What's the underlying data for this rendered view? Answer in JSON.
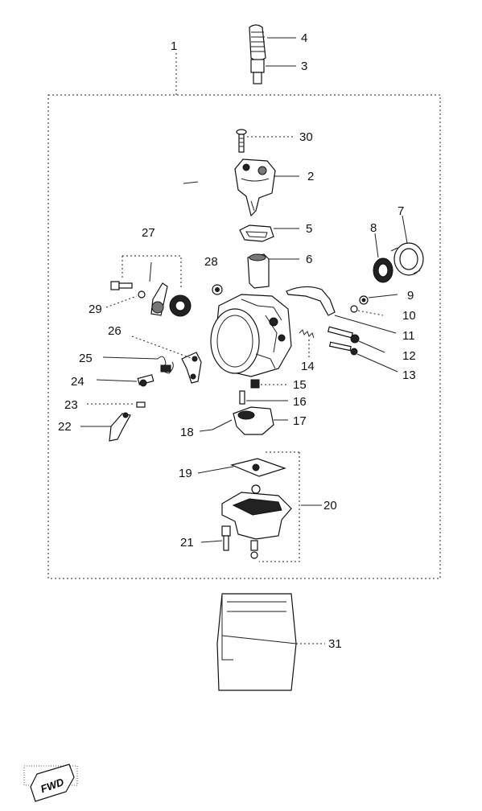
{
  "callouts": [
    {
      "id": "1",
      "text": "1"
    },
    {
      "id": "2",
      "text": "2"
    },
    {
      "id": "3",
      "text": "3"
    },
    {
      "id": "4",
      "text": "4"
    },
    {
      "id": "5",
      "text": "5"
    },
    {
      "id": "6",
      "text": "6"
    },
    {
      "id": "7",
      "text": "7"
    },
    {
      "id": "8",
      "text": "8"
    },
    {
      "id": "9",
      "text": "9"
    },
    {
      "id": "10",
      "text": "10"
    },
    {
      "id": "11",
      "text": "11"
    },
    {
      "id": "12",
      "text": "12"
    },
    {
      "id": "13",
      "text": "13"
    },
    {
      "id": "14",
      "text": "14"
    },
    {
      "id": "15",
      "text": "15"
    },
    {
      "id": "16",
      "text": "16"
    },
    {
      "id": "17",
      "text": "17"
    },
    {
      "id": "18",
      "text": "18"
    },
    {
      "id": "19",
      "text": "19"
    },
    {
      "id": "20",
      "text": "20"
    },
    {
      "id": "21",
      "text": "21"
    },
    {
      "id": "22",
      "text": "22"
    },
    {
      "id": "23",
      "text": "23"
    },
    {
      "id": "24",
      "text": "24"
    },
    {
      "id": "25",
      "text": "25"
    },
    {
      "id": "26",
      "text": "26"
    },
    {
      "id": "27",
      "text": "27"
    },
    {
      "id": "28",
      "text": "28"
    },
    {
      "id": "29",
      "text": "29"
    },
    {
      "id": "30",
      "text": "30"
    },
    {
      "id": "31",
      "text": "31"
    }
  ],
  "fwd_badge": {
    "text": "FWD"
  },
  "colors": {
    "ink": "#111111",
    "paper": "#ffffff"
  }
}
